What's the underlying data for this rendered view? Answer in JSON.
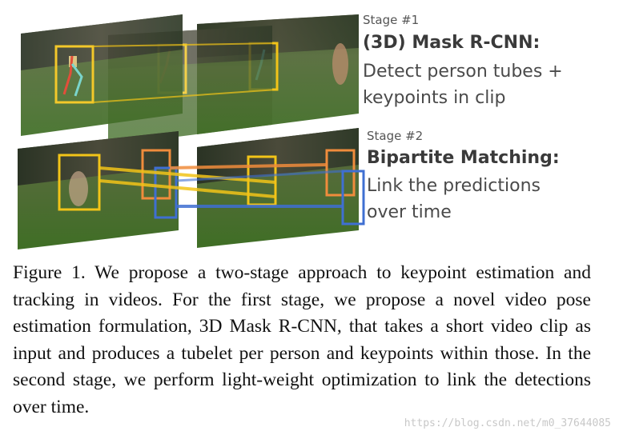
{
  "stage1": {
    "tag": "Stage #1",
    "title": "(3D) Mask R-CNN:",
    "lines": [
      "Detect person tubes +",
      "keypoints in clip"
    ]
  },
  "stage2": {
    "tag": "Stage #2",
    "title": "Bipartite Matching:",
    "lines": [
      "Link the predictions",
      "over time"
    ]
  },
  "caption": "Figure 1. We propose a two-stage approach to keypoint estimation and tracking in videos. For the first stage, we propose a novel video pose estimation formulation, 3D Mask R-CNN, that takes a short video clip as input and produces a tubelet per person and keypoints within those. In the second stage, we perform light-weight optimization to link the detections over time.",
  "watermark": "https://blog.csdn.net/m0_37644085",
  "colors": {
    "yellow_box": "#f2c418",
    "orange_box": "#f08c3c",
    "blue_box": "#3f6fd2",
    "grass": "#4a7a2a"
  }
}
